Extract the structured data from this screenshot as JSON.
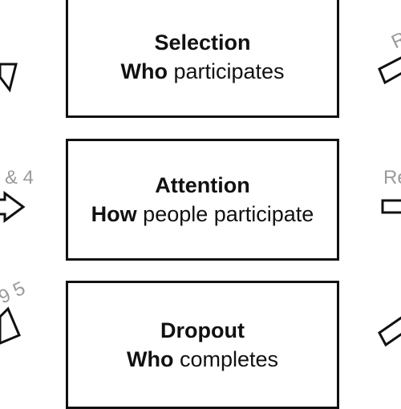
{
  "stages": [
    {
      "title": "Selection",
      "sub_bold": "Who",
      "sub_rest": " participates"
    },
    {
      "title": "Attention",
      "sub_bold": "How",
      "sub_rest": " people participate"
    },
    {
      "title": "Dropout",
      "sub_bold": "Who",
      "sub_rest": " completes"
    }
  ],
  "edge_labels": {
    "left_middle": "& 4",
    "left_bottom": "9 5",
    "right_top": "R",
    "right_middle": "Re"
  },
  "colors": {
    "stroke": "#111111",
    "faded_label": "#9a9a9a"
  }
}
